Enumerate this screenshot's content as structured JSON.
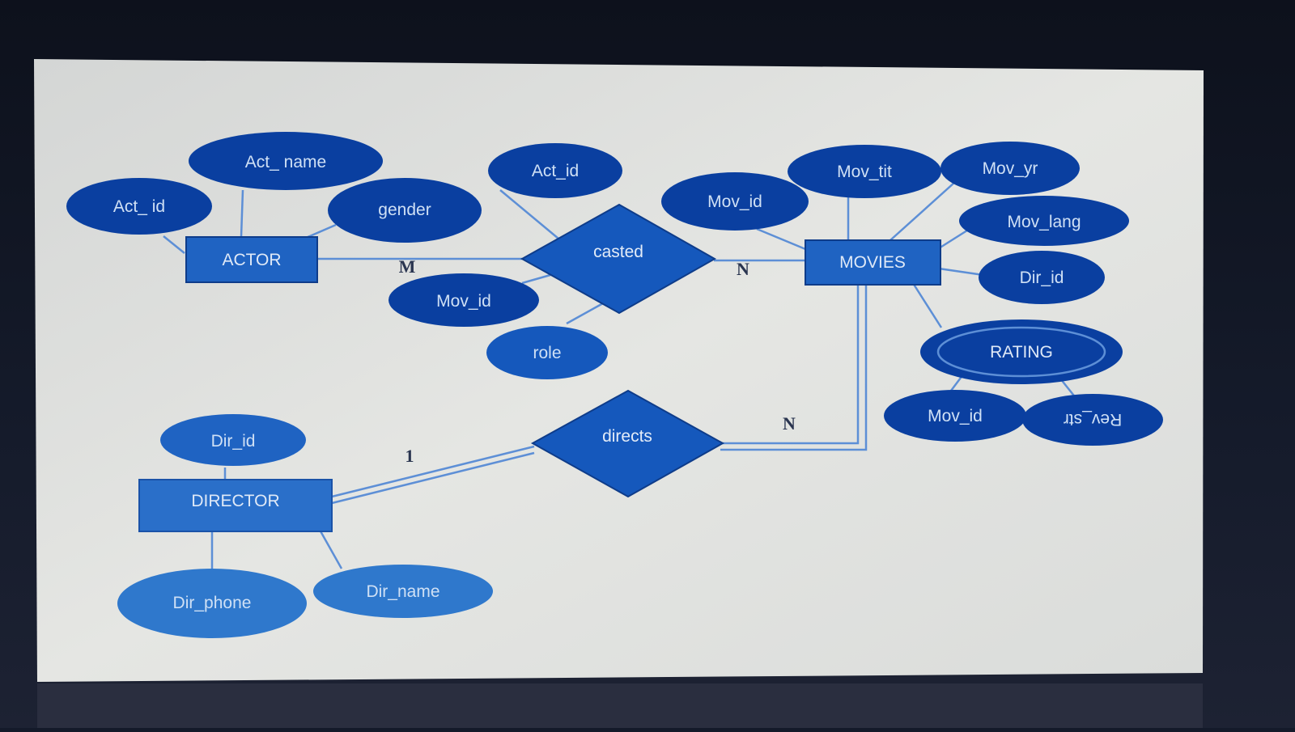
{
  "diagram": {
    "entities": {
      "actor": "ACTOR",
      "movies": "MOVIES",
      "director": "DIRECTOR",
      "rating": "RATING"
    },
    "relationships": {
      "casted": "casted",
      "directs": "directs"
    },
    "attributes": {
      "actor_act_id": "Act_ id",
      "actor_act_name": "Act_ name",
      "actor_gender": "gender",
      "casted_act_id": "Act_id",
      "casted_mov_id": "Mov_id",
      "casted_role": "role",
      "movies_mov_id": "Mov_id",
      "movies_mov_tit": "Mov_tit",
      "movies_mov_yr": "Mov_yr",
      "movies_mov_lang": "Mov_lang",
      "movies_dir_id": "Dir_id",
      "rating_mov_id": "Mov_id",
      "rating_rev_str": "Rev_str",
      "director_dir_id": "Dir_id",
      "director_dir_phone": "Dir_phone",
      "director_dir_name": "Dir_name"
    },
    "cardinalities": {
      "actor_casted": "M",
      "casted_movies": "N",
      "director_directs": "1",
      "directs_movies": "N"
    },
    "colors": {
      "dark_blue": "#0a3fa0",
      "mid_blue": "#1f63c2",
      "light_blue": "#2f78cc",
      "outline": "#5d8fd6",
      "paper": "#dfe1e0"
    }
  }
}
